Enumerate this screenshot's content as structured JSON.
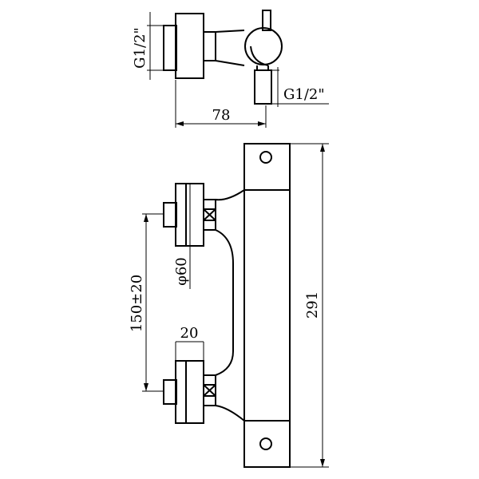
{
  "top_view": {
    "inlet_left": "G1/2\"",
    "inlet_bottom": "G1/2\"",
    "depth": "78"
  },
  "front_view": {
    "centre_distance": "150±20",
    "eccentric_diameter": "φ60",
    "eccentric_length": "20",
    "body_height": "291"
  }
}
